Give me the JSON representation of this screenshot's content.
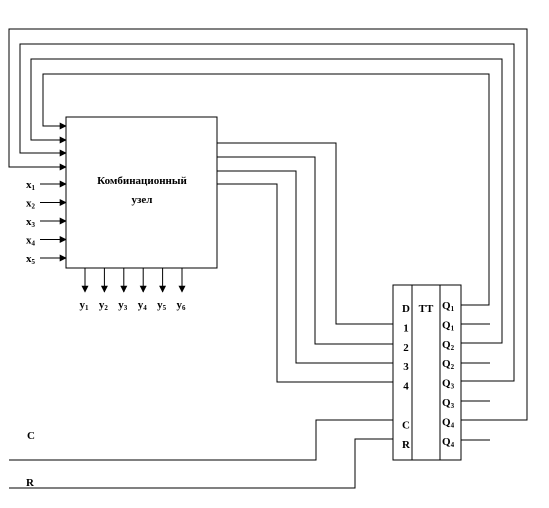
{
  "block": {
    "title_line1": "Комбинационный",
    "title_line2": "узел"
  },
  "inputs": [
    {
      "base": "x",
      "sub": "1"
    },
    {
      "base": "x",
      "sub": "2"
    },
    {
      "base": "x",
      "sub": "3"
    },
    {
      "base": "x",
      "sub": "4"
    },
    {
      "base": "x",
      "sub": "5"
    }
  ],
  "outputs": [
    {
      "base": "y",
      "sub": "1"
    },
    {
      "base": "y",
      "sub": "2"
    },
    {
      "base": "y",
      "sub": "3"
    },
    {
      "base": "y",
      "sub": "4"
    },
    {
      "base": "y",
      "sub": "5"
    },
    {
      "base": "y",
      "sub": "6"
    }
  ],
  "register": {
    "type_label": "TT",
    "left_pins": [
      "D",
      "1",
      "2",
      "3",
      "4",
      "",
      "C",
      "R"
    ],
    "right_pins": [
      {
        "base": "Q",
        "sub": "1"
      },
      {
        "base": "Q",
        "sub": "1"
      },
      {
        "base": "Q",
        "sub": "2"
      },
      {
        "base": "Q",
        "sub": "2"
      },
      {
        "base": "Q",
        "sub": "3"
      },
      {
        "base": "Q",
        "sub": "3"
      },
      {
        "base": "Q",
        "sub": "4"
      },
      {
        "base": "Q",
        "sub": "4"
      }
    ]
  },
  "signals": {
    "clock": "C",
    "reset": "R"
  }
}
